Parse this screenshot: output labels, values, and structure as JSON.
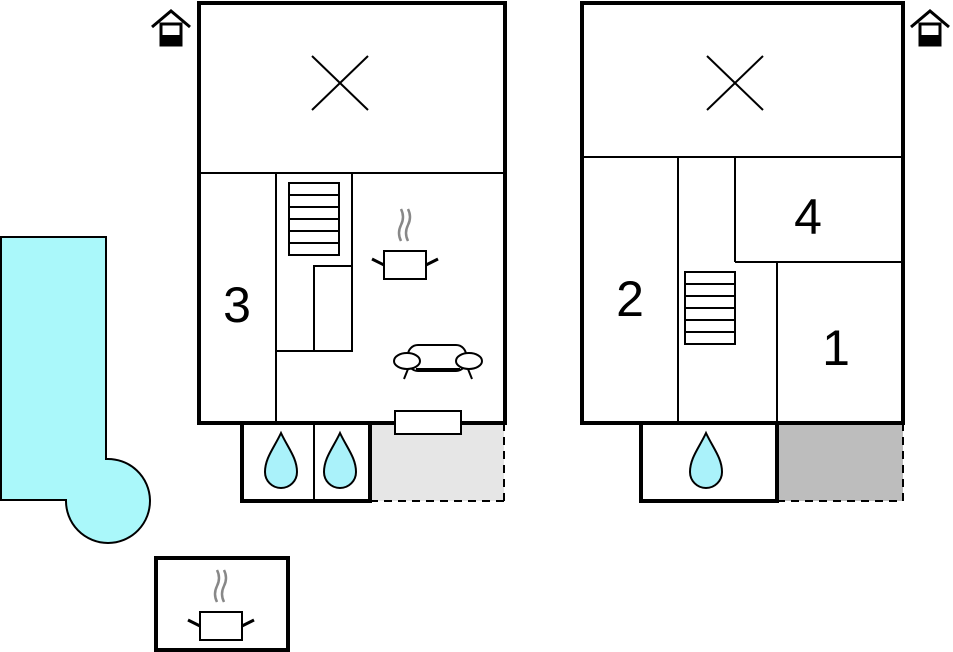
{
  "plan": {
    "rooms": [
      {
        "label": "3"
      },
      {
        "label": "2"
      },
      {
        "label": "4"
      },
      {
        "label": "1"
      }
    ]
  },
  "colors": {
    "pool": "#aaf8fa",
    "water_drop": "#aaf2fa",
    "terrace_light": "#e6e6e6",
    "terrace_dark": "#bdbdbd",
    "wall": "#000000",
    "steam": "#888888"
  },
  "icons": [
    "house-icon",
    "stairs-icon",
    "cooking-pot-icon",
    "sofa-icon",
    "water-drop-icon",
    "void-x-icon",
    "pool-shape"
  ]
}
